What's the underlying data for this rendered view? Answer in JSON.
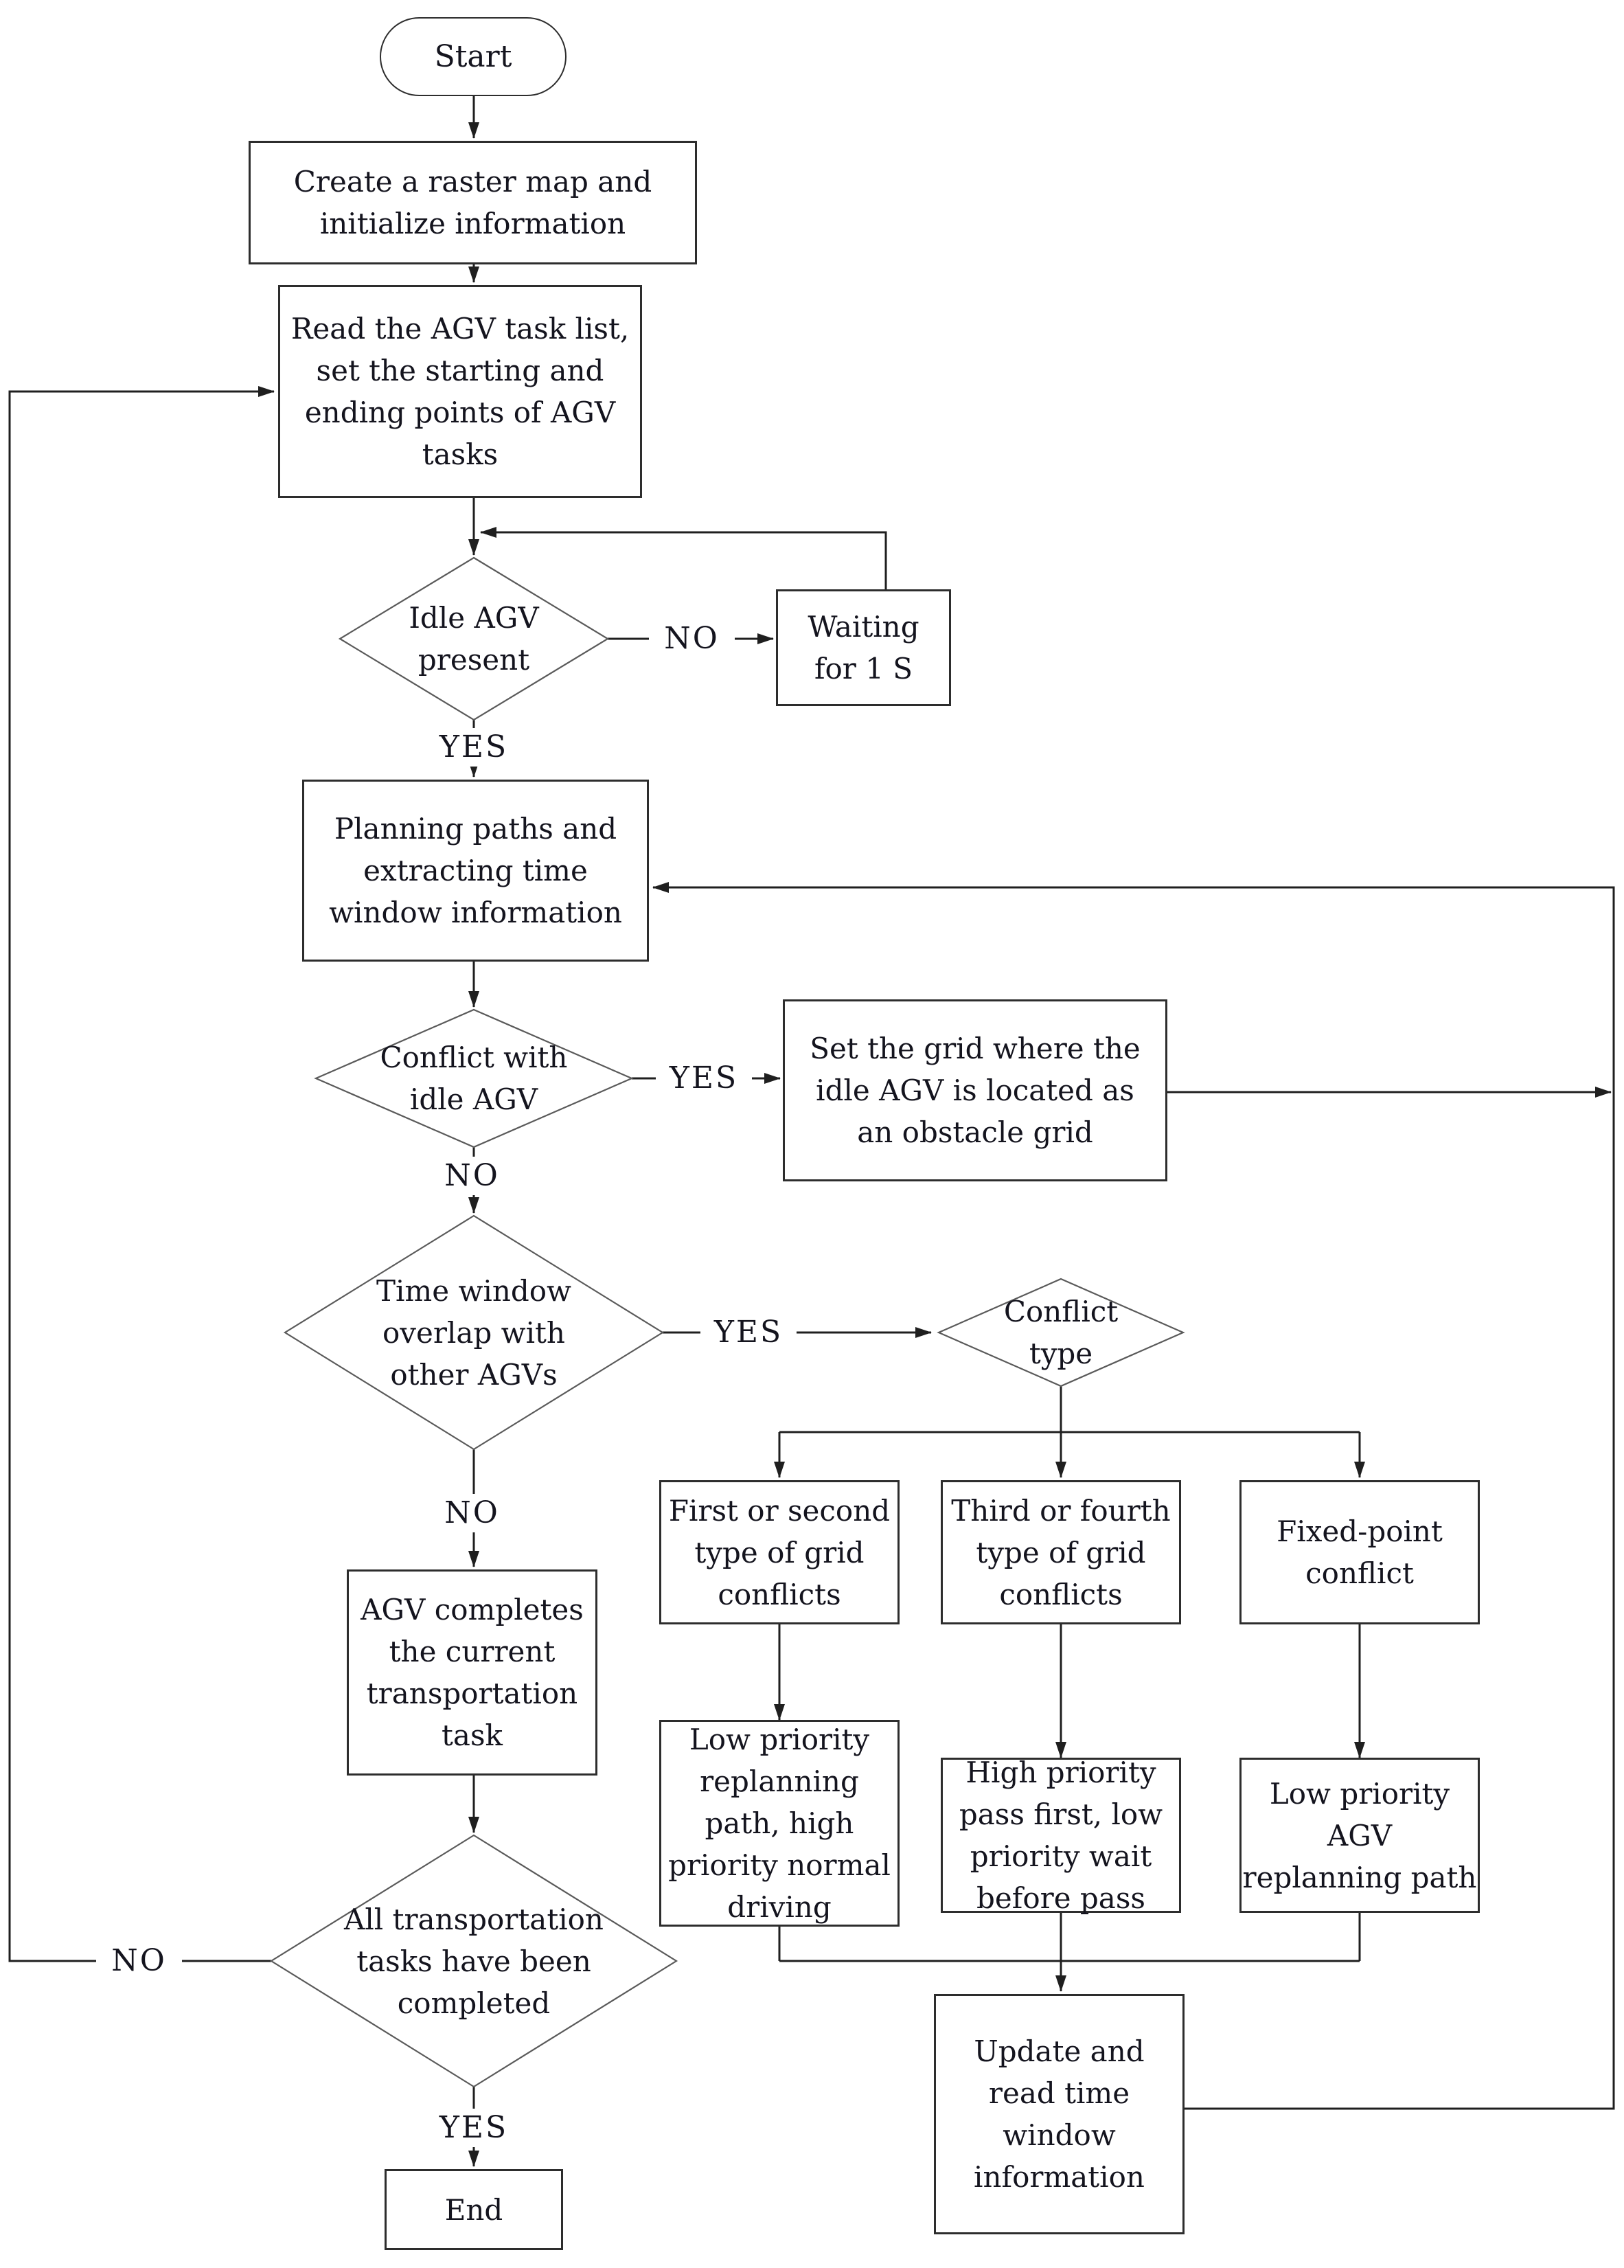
{
  "diagram_type": "flowchart",
  "subject": "AGV task scheduling and conflict resolution flow",
  "colors": {
    "background": "#ffffff",
    "connector_line": "#1f1f1f",
    "box_border": "#2d2d2d",
    "diamond_border": "#5a5a5a",
    "text": "#14141e"
  },
  "labels": {
    "yes": "YES",
    "no": "NO"
  },
  "nodes": {
    "start": {
      "type": "terminator",
      "lines": [
        "Start"
      ]
    },
    "create_map": {
      "type": "process",
      "lines": [
        "Create a raster map and",
        "initialize information"
      ]
    },
    "read_tasks": {
      "type": "process",
      "lines": [
        "Read the AGV task list,",
        "set the starting and",
        "ending points of AGV",
        "tasks"
      ]
    },
    "idle_agv": {
      "type": "decision",
      "lines": [
        "Idle AGV",
        "present"
      ]
    },
    "waiting": {
      "type": "process",
      "lines": [
        "Waiting",
        "for 1 S"
      ]
    },
    "planning": {
      "type": "process",
      "lines": [
        "Planning paths and",
        "extracting time",
        "window information"
      ]
    },
    "conflict_idle": {
      "type": "decision",
      "lines": [
        "Conflict with",
        "idle AGV"
      ]
    },
    "set_grid": {
      "type": "process",
      "lines": [
        "Set the grid where the",
        "idle AGV is located as",
        "an obstacle grid"
      ]
    },
    "time_window": {
      "type": "decision",
      "lines": [
        "Time window",
        "overlap with",
        "other AGVs"
      ]
    },
    "conflict_type": {
      "type": "decision",
      "lines": [
        "Conflict",
        "type"
      ]
    },
    "grid_conflict_first_second": {
      "type": "process",
      "lines": [
        "First or second",
        "type of grid",
        "conflicts"
      ]
    },
    "grid_conflict_third_fourth": {
      "type": "process",
      "lines": [
        "Third or fourth",
        "type of grid",
        "conflicts"
      ]
    },
    "fixed_point_conflict": {
      "type": "process",
      "lines": [
        "Fixed-point",
        "conflict"
      ]
    },
    "low_priority_replan": {
      "type": "process",
      "lines": [
        "Low priority",
        "replanning",
        "path, high",
        "priority normal",
        "driving"
      ]
    },
    "high_priority_pass": {
      "type": "process",
      "lines": [
        "High priority",
        "pass first, low",
        "priority wait",
        "before pass"
      ]
    },
    "low_priority_agv_replan": {
      "type": "process",
      "lines": [
        "Low priority",
        "AGV",
        "replanning path"
      ]
    },
    "agv_completes": {
      "type": "process",
      "lines": [
        "AGV completes",
        "the current",
        "transportation",
        "task"
      ]
    },
    "all_completed": {
      "type": "decision",
      "lines": [
        "All transportation",
        "tasks have been",
        "completed"
      ]
    },
    "update_window": {
      "type": "process",
      "lines": [
        "Update and",
        "read time",
        "window",
        "information"
      ]
    },
    "end": {
      "type": "terminator",
      "lines": [
        "End"
      ]
    }
  }
}
